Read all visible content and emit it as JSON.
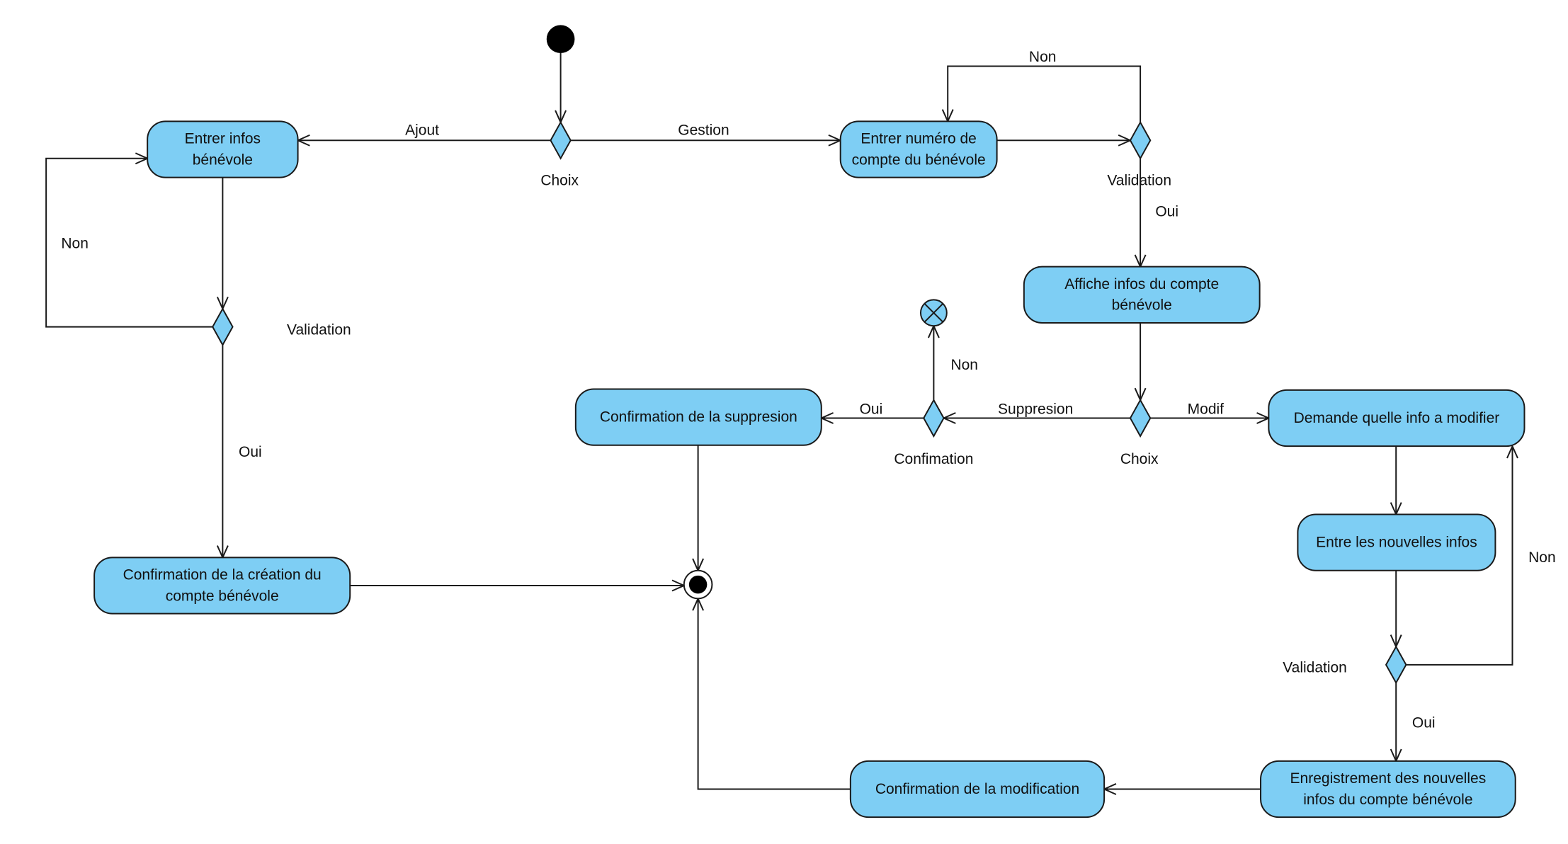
{
  "colors": {
    "activity_fill": "#7ECEF4",
    "decision_fill": "#7ECEF4",
    "stroke": "#1a1a1a",
    "initial_fill": "#000000"
  },
  "activities": {
    "entrer_infos": [
      "Entrer infos",
      "bénévole"
    ],
    "entrer_numero": [
      "Entrer numéro de",
      "compte du bénévole"
    ],
    "affiche_infos": [
      "Affiche infos du compte",
      "bénévole"
    ],
    "confirmation_suppresion": [
      "Confirmation de la suppresion"
    ],
    "demande_info": [
      "Demande quelle info a modifier"
    ],
    "entre_nouvelles": [
      "Entre les nouvelles infos"
    ],
    "confirmation_creation": [
      "Confirmation de la création du",
      "compte bénévole"
    ],
    "enregistrement": [
      "Enregistrement des nouvelles",
      "infos du compte bénévole"
    ],
    "confirmation_modification": [
      "Confirmation de la modification"
    ]
  },
  "decisions": {
    "choix_top": "Choix",
    "validation_top": "Validation",
    "validation_left": "Validation",
    "confirmation": "Confimation",
    "choix_mid": "Choix",
    "validation_right": "Validation"
  },
  "edge_labels": {
    "ajout": "Ajout",
    "gestion": "Gestion",
    "non_top": "Non",
    "oui_top": "Oui",
    "non_left": "Non",
    "oui_left": "Oui",
    "non_flow_final": "Non",
    "oui_confirm": "Oui",
    "suppresion": "Suppresion",
    "modif": "Modif",
    "non_right": "Non",
    "oui_right": "Oui"
  }
}
